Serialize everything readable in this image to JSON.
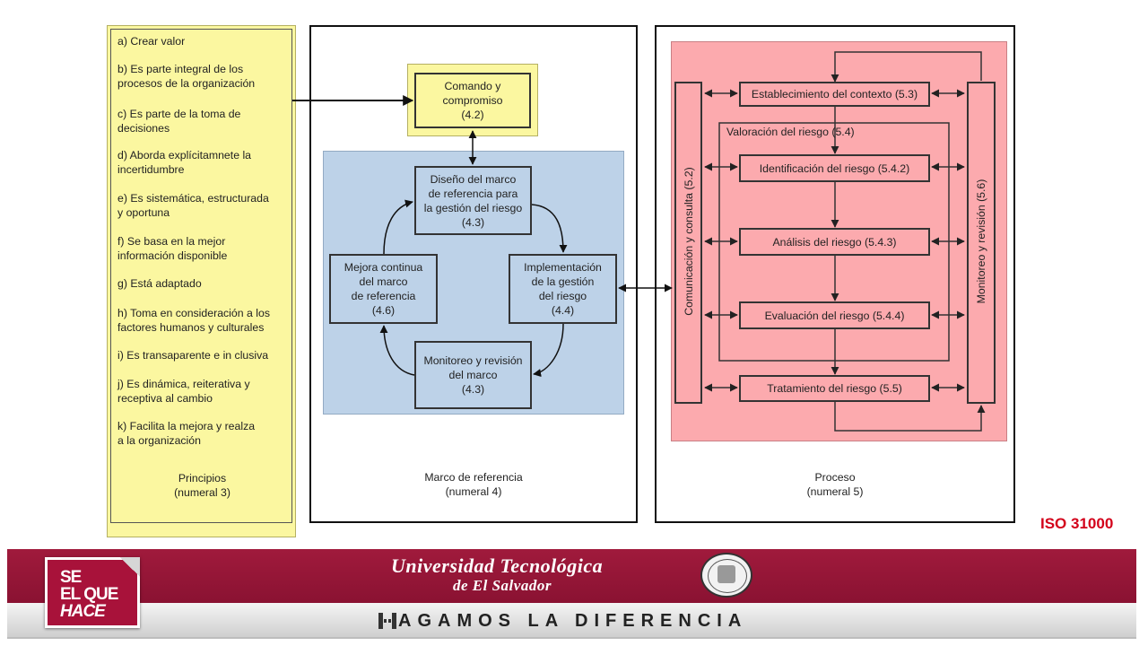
{
  "principios": {
    "items": [
      [
        "a) Crear valor"
      ],
      [
        "b) Es parte integral de los",
        "procesos de la organización"
      ],
      [
        "c) Es parte de la toma de",
        "decisiones"
      ],
      [
        "d) Aborda explícitamnete la",
        "incertidumbre"
      ],
      [
        "e) Es sistemática, estructurada",
        "y oportuna"
      ],
      [
        "f) Se basa en la mejor",
        "información disponible"
      ],
      [
        "g) Está adaptado"
      ],
      [
        "h) Toma en consideración a los",
        "factores humanos y culturales"
      ],
      [
        "i) Es transaparente e in clusiva"
      ],
      [
        "j) Es dinámica, reiterativa y",
        "receptiva al cambio"
      ],
      [
        "k) Facilita la mejora y realza",
        "a la organización"
      ]
    ],
    "title_line1": "Principios",
    "title_line2": "(numeral 3)"
  },
  "marco": {
    "title_line1": "Marco de referencia",
    "title_line2": "(numeral 4)",
    "comando": "Comando y\ncompromiso\n(4.2)",
    "diseno": "Diseño del marco\nde referencia para\nla gestión del riesgo\n(4.3)",
    "mejora": "Mejora  continua\ndel marco\nde referencia\n(4.6)",
    "implementacion": "Implementación\nde la gestión\ndel riesgo\n(4.4)",
    "monitoreo": "Monitoreo y revisión\ndel marco\n(4.3)"
  },
  "proceso": {
    "title_line1": "Proceso",
    "title_line2": "(numeral 5)",
    "contexto": "Establecimiento del contexto (5.3)",
    "valoracion": "Valoración del riesgo (5.4)",
    "identificacion": "Identificación del riesgo (5.4.2)",
    "analisis": "Análisis del riesgo (5.4.3)",
    "evaluacion": "Evaluación del riesgo (5.4.4)",
    "tratamiento": "Tratamiento del riesgo (5.5)",
    "comunicacion": "Comunicación y consulta (5.2)",
    "monitoreo_rev": "Monitoreo y revisión (5.6)"
  },
  "iso_label": "ISO 31000",
  "footer": {
    "logo_line1": "SE",
    "logo_line2": "EL QUE",
    "logo_line3": "HACE",
    "univ_line1": "Universidad Tecnológica",
    "univ_line2": "de El Salvador",
    "slogan": "AGAMOS LA DIFERENCIA"
  },
  "colors": {
    "principios_bg": "#fbf7a0",
    "marco_bg": "#bdd2e8",
    "proceso_bg": "#fcaaae",
    "brand_red": "#a01a3c",
    "iso_red": "#d3001a"
  }
}
